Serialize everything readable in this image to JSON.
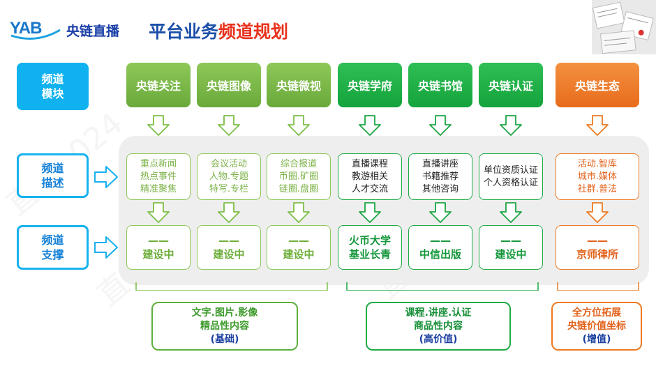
{
  "header": {
    "logo_text": "YAB",
    "brand_name": "央链直播",
    "title_prefix": "平台业务",
    "title_highlight": "频道规划"
  },
  "side_labels": {
    "module": [
      "频道",
      "模块"
    ],
    "description": [
      "频道",
      "描述"
    ],
    "support": [
      "频道",
      "支撑"
    ]
  },
  "channels": [
    {
      "name": "央链关注",
      "desc": [
        "重点新闻",
        "热点事件",
        "精准聚焦"
      ],
      "support": [
        "——",
        "建设中"
      ]
    },
    {
      "name": "央链图像",
      "desc": [
        "会议活动",
        "人物.专题",
        "特写.专栏"
      ],
      "support": [
        "——",
        "建设中"
      ]
    },
    {
      "name": "央链微视",
      "desc": [
        "综合报道",
        "币圈.矿圈",
        "链圈.盘圈"
      ],
      "support": [
        "——",
        "建设中"
      ]
    },
    {
      "name": "央链学府",
      "desc": [
        "直播课程",
        "教游相关",
        "人才交流"
      ],
      "support": [
        "火币大学",
        "基业长青"
      ]
    },
    {
      "name": "央链书馆",
      "desc": [
        "直播讲座",
        "书籍推荐",
        "其他咨询"
      ],
      "support": [
        "——",
        "中信出版"
      ]
    },
    {
      "name": "央链认证",
      "desc": [
        "单位资质认证",
        "个人资格认证"
      ],
      "support": [
        "——",
        "建设中"
      ]
    },
    {
      "name": "央链生态",
      "desc": [
        "活动.智库",
        "城市.媒体",
        "社群.普法"
      ],
      "support": [
        "——",
        "京师律所"
      ]
    }
  ],
  "bottom_boxes": [
    {
      "lines": [
        "文字.图片.影像",
        "精品性内容"
      ],
      "tag": "(基础)"
    },
    {
      "lines": [
        "课程.讲座.认证",
        "商品性内容"
      ],
      "tag": "(高价值)"
    },
    {
      "lines": [
        "全方位拓展",
        "央链价值坐标"
      ],
      "tag": "(增值)"
    }
  ],
  "watermark": "直播1024",
  "colors": {
    "light_green": "#7cbf47",
    "dark_green": "#1ba542",
    "orange": "#ec7a22",
    "cyan": "#12b0ee",
    "title_blue": "#1b4fa8",
    "title_red": "#e8321c"
  }
}
